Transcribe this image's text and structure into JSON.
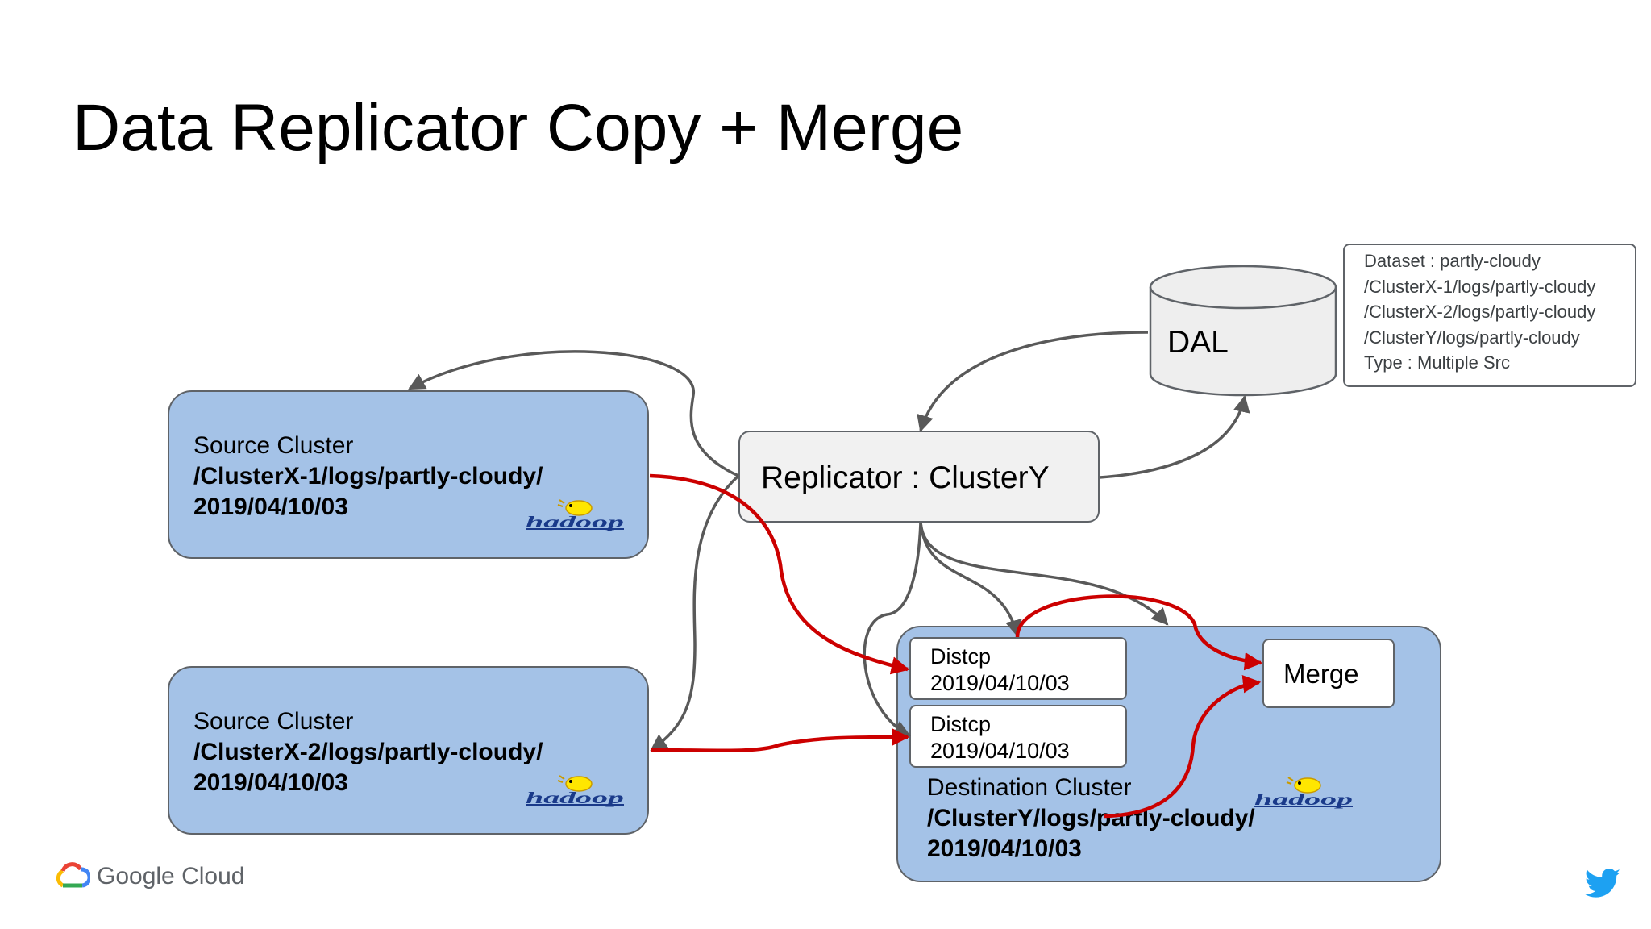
{
  "title": "Data Replicator Copy + Merge",
  "source_cluster_1": {
    "label": "Source Cluster",
    "path": "/ClusterX-1/logs/partly-cloudy/",
    "date": "2019/04/10/03"
  },
  "source_cluster_2": {
    "label": "Source Cluster",
    "path": "/ClusterX-2/logs/partly-cloudy/",
    "date": "2019/04/10/03"
  },
  "replicator": {
    "label": "Replicator : ClusterY"
  },
  "dal": {
    "label": "DAL"
  },
  "dataset_info": {
    "lines": [
      "Dataset : partly-cloudy",
      "/ClusterX-1/logs/partly-cloudy",
      "/ClusterX-2/logs/partly-cloudy",
      "/ClusterY/logs/partly-cloudy",
      "Type : Multiple Src"
    ]
  },
  "destination_cluster": {
    "label": "Destination Cluster",
    "path": "/ClusterY/logs/partly-cloudy/",
    "date": "2019/04/10/03",
    "distcp_1": {
      "label": "Distcp",
      "date": "2019/04/10/03"
    },
    "distcp_2": {
      "label": "Distcp",
      "date": "2019/04/10/03"
    },
    "merge": {
      "label": "Merge"
    }
  },
  "footer": {
    "brand": "Google Cloud"
  },
  "colors": {
    "cluster_fill": "#a4c2e7",
    "box_border": "#5f6368",
    "gray_arrow": "#595959",
    "red_arrow": "#cc0000",
    "twitter_blue": "#1da1f2"
  },
  "icons": [
    "hadoop-logo",
    "google-cloud-logo",
    "twitter-bird-icon"
  ]
}
